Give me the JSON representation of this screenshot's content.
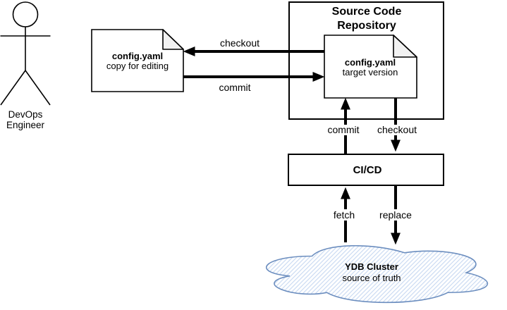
{
  "diagram": {
    "actor": {
      "label_line1": "DevOps",
      "label_line2": "Engineer"
    },
    "working_copy": {
      "name": "config.yaml",
      "subtitle": "copy for editing"
    },
    "repository": {
      "title_line1": "Source Code",
      "title_line2": "Repository",
      "doc_name": "config.yaml",
      "doc_subtitle": "target version"
    },
    "cicd": {
      "label": "CI/CD"
    },
    "cluster": {
      "title": "YDB Cluster",
      "subtitle": "source of truth"
    },
    "edges": {
      "checkout_to_copy": "checkout",
      "commit_to_repo": "commit",
      "commit_from_cicd": "commit",
      "checkout_to_cicd": "checkout",
      "fetch": "fetch",
      "replace": "replace"
    },
    "colors": {
      "line": "#000000",
      "cloud_stroke": "#6c8ebf",
      "cloud_hatch": "#ccdcf3",
      "fold_fill": "#f2f2f2",
      "background": "#ffffff"
    }
  }
}
